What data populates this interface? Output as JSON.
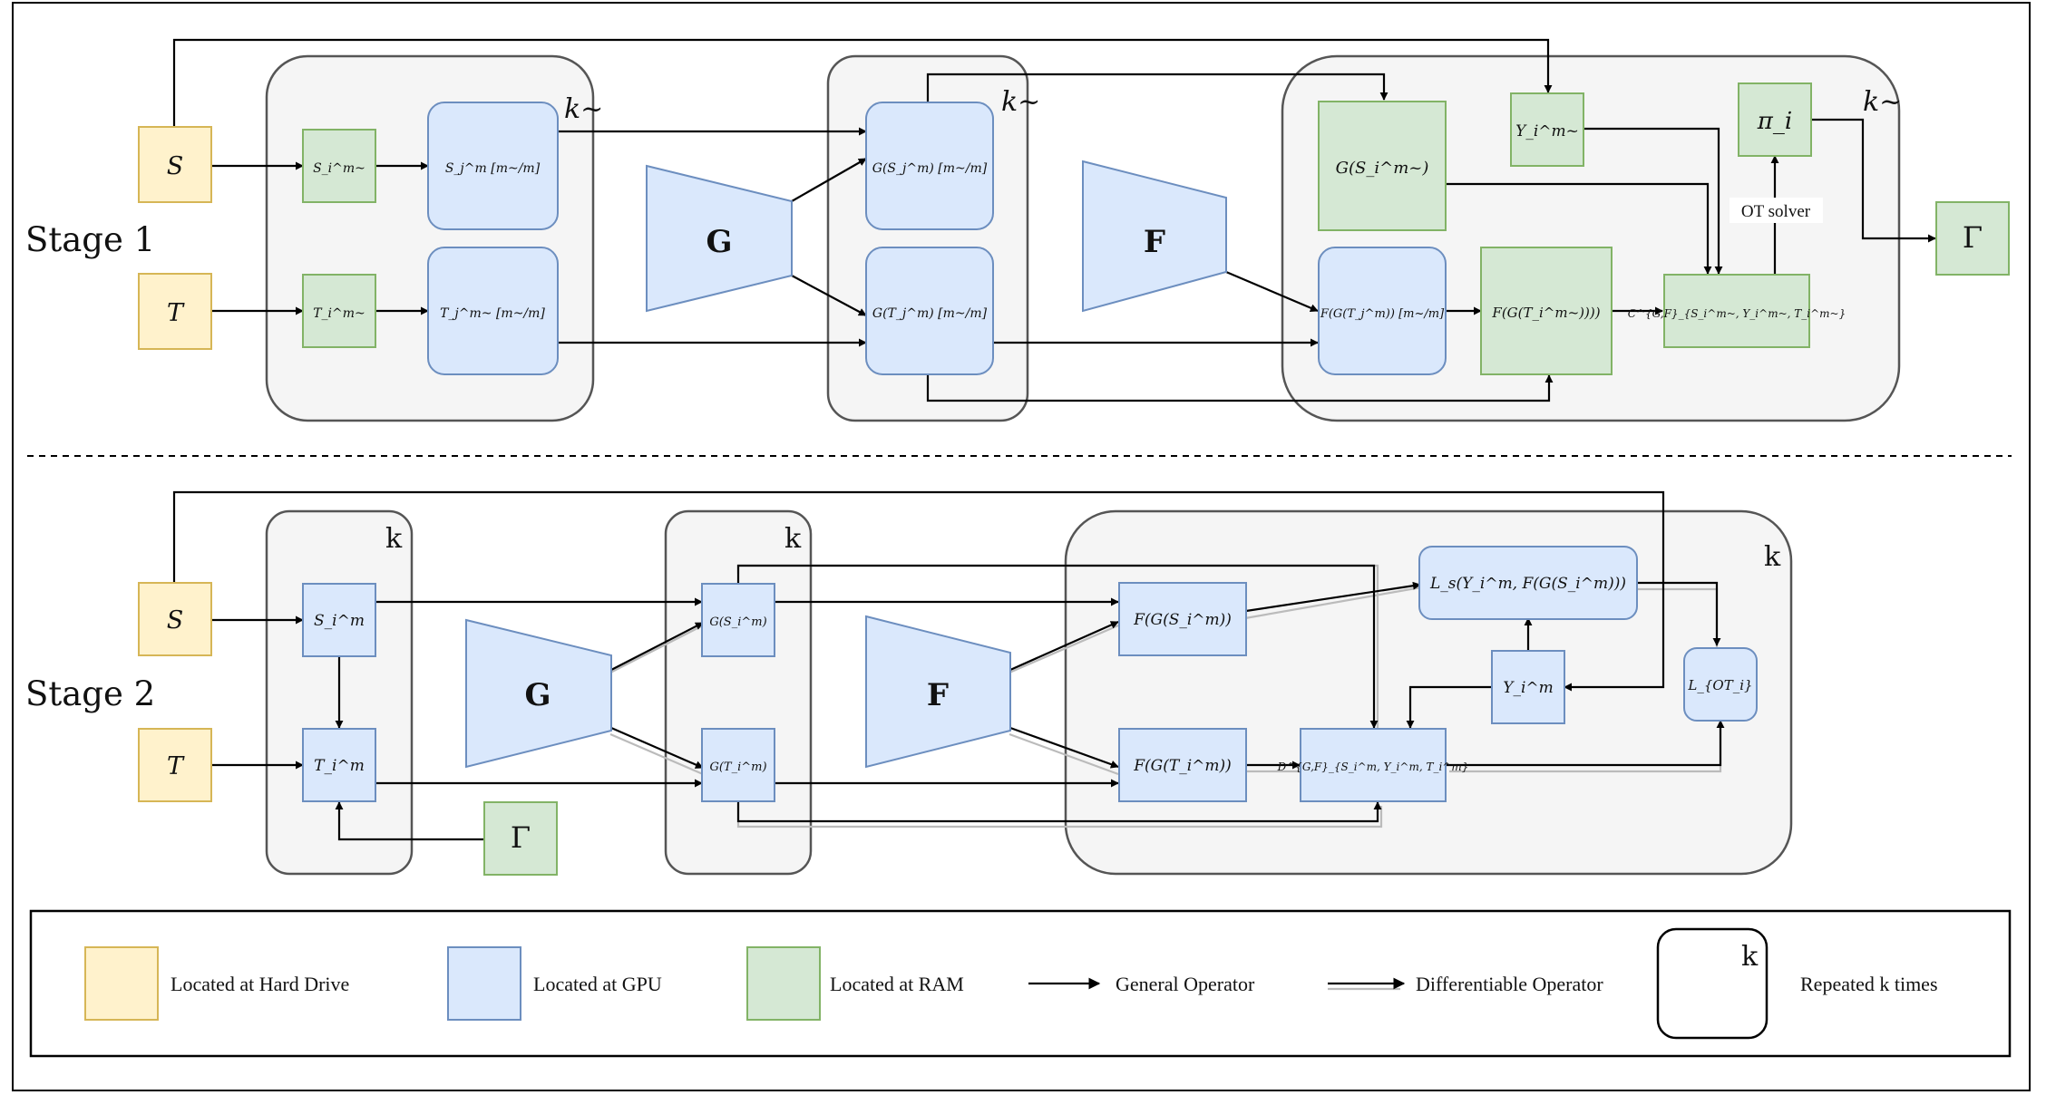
{
  "colors": {
    "hard_drive_fill": "#fff2cc",
    "hard_drive_stroke": "#d6b656",
    "gpu_fill": "#dae8fc",
    "gpu_stroke": "#6c8ebf",
    "ram_fill": "#d5e8d4",
    "ram_stroke": "#82b366",
    "group_fill": "#f5f5f5",
    "group_stroke": "#666666",
    "line": "#000000",
    "diff_shadow": "#bbbbbb"
  },
  "stages": {
    "stage1": "Stage 1",
    "stage2": "Stage 2"
  },
  "stage1": {
    "S": "S",
    "T": "T",
    "S_i": "S_i^m~",
    "T_i": "T_i^m~",
    "S_j": "S_j^m [m~/m]",
    "T_j": "T_j^m~ [m~/m]",
    "G_op": "G",
    "GS_j": "G(S_j^m) [m~/m]",
    "GT_j": "G(T_j^m) [m~/m]",
    "F_op": "F",
    "GS_i": "G(S_i^m~)",
    "Y_i": "Y_i^m~",
    "FGT_j": "F(G(T_j^m)) [m~/m]",
    "FGT_i": "F(G(T_i^m~))))",
    "C": "C^{G,F}_{S_i^m~, Y_i^m~, T_i^m~}",
    "pi": "π_i",
    "ot_solver": "OT solver",
    "Gamma": "Γ",
    "repeat": "k~"
  },
  "stage2": {
    "S": "S",
    "T": "T",
    "S_i": "S_i^m",
    "T_i": "T_i^m",
    "Gamma": "Γ",
    "G_op": "G",
    "GS": "G(S_i^m)",
    "GT": "G(T_i^m)",
    "F_op": "F",
    "FGS": "F(G(S_i^m))",
    "FGT": "F(G(T_i^m))",
    "Ls": "L_s(Y_i^m, F(G(S_i^m)))",
    "Y": "Y_i^m",
    "D": "D^{G,F}_{S_i^m, Y_i^m, T_i^m}",
    "L_OT": "L_{OT_i}",
    "repeat": "k"
  },
  "legend": {
    "hard_drive": "Located at Hard Drive",
    "gpu": "Located at GPU",
    "ram": "Located at RAM",
    "general": "General Operator",
    "differentiable": "Differentiable Operator",
    "repeat_symbol": "k",
    "repeat_label": "Repeated k times"
  }
}
